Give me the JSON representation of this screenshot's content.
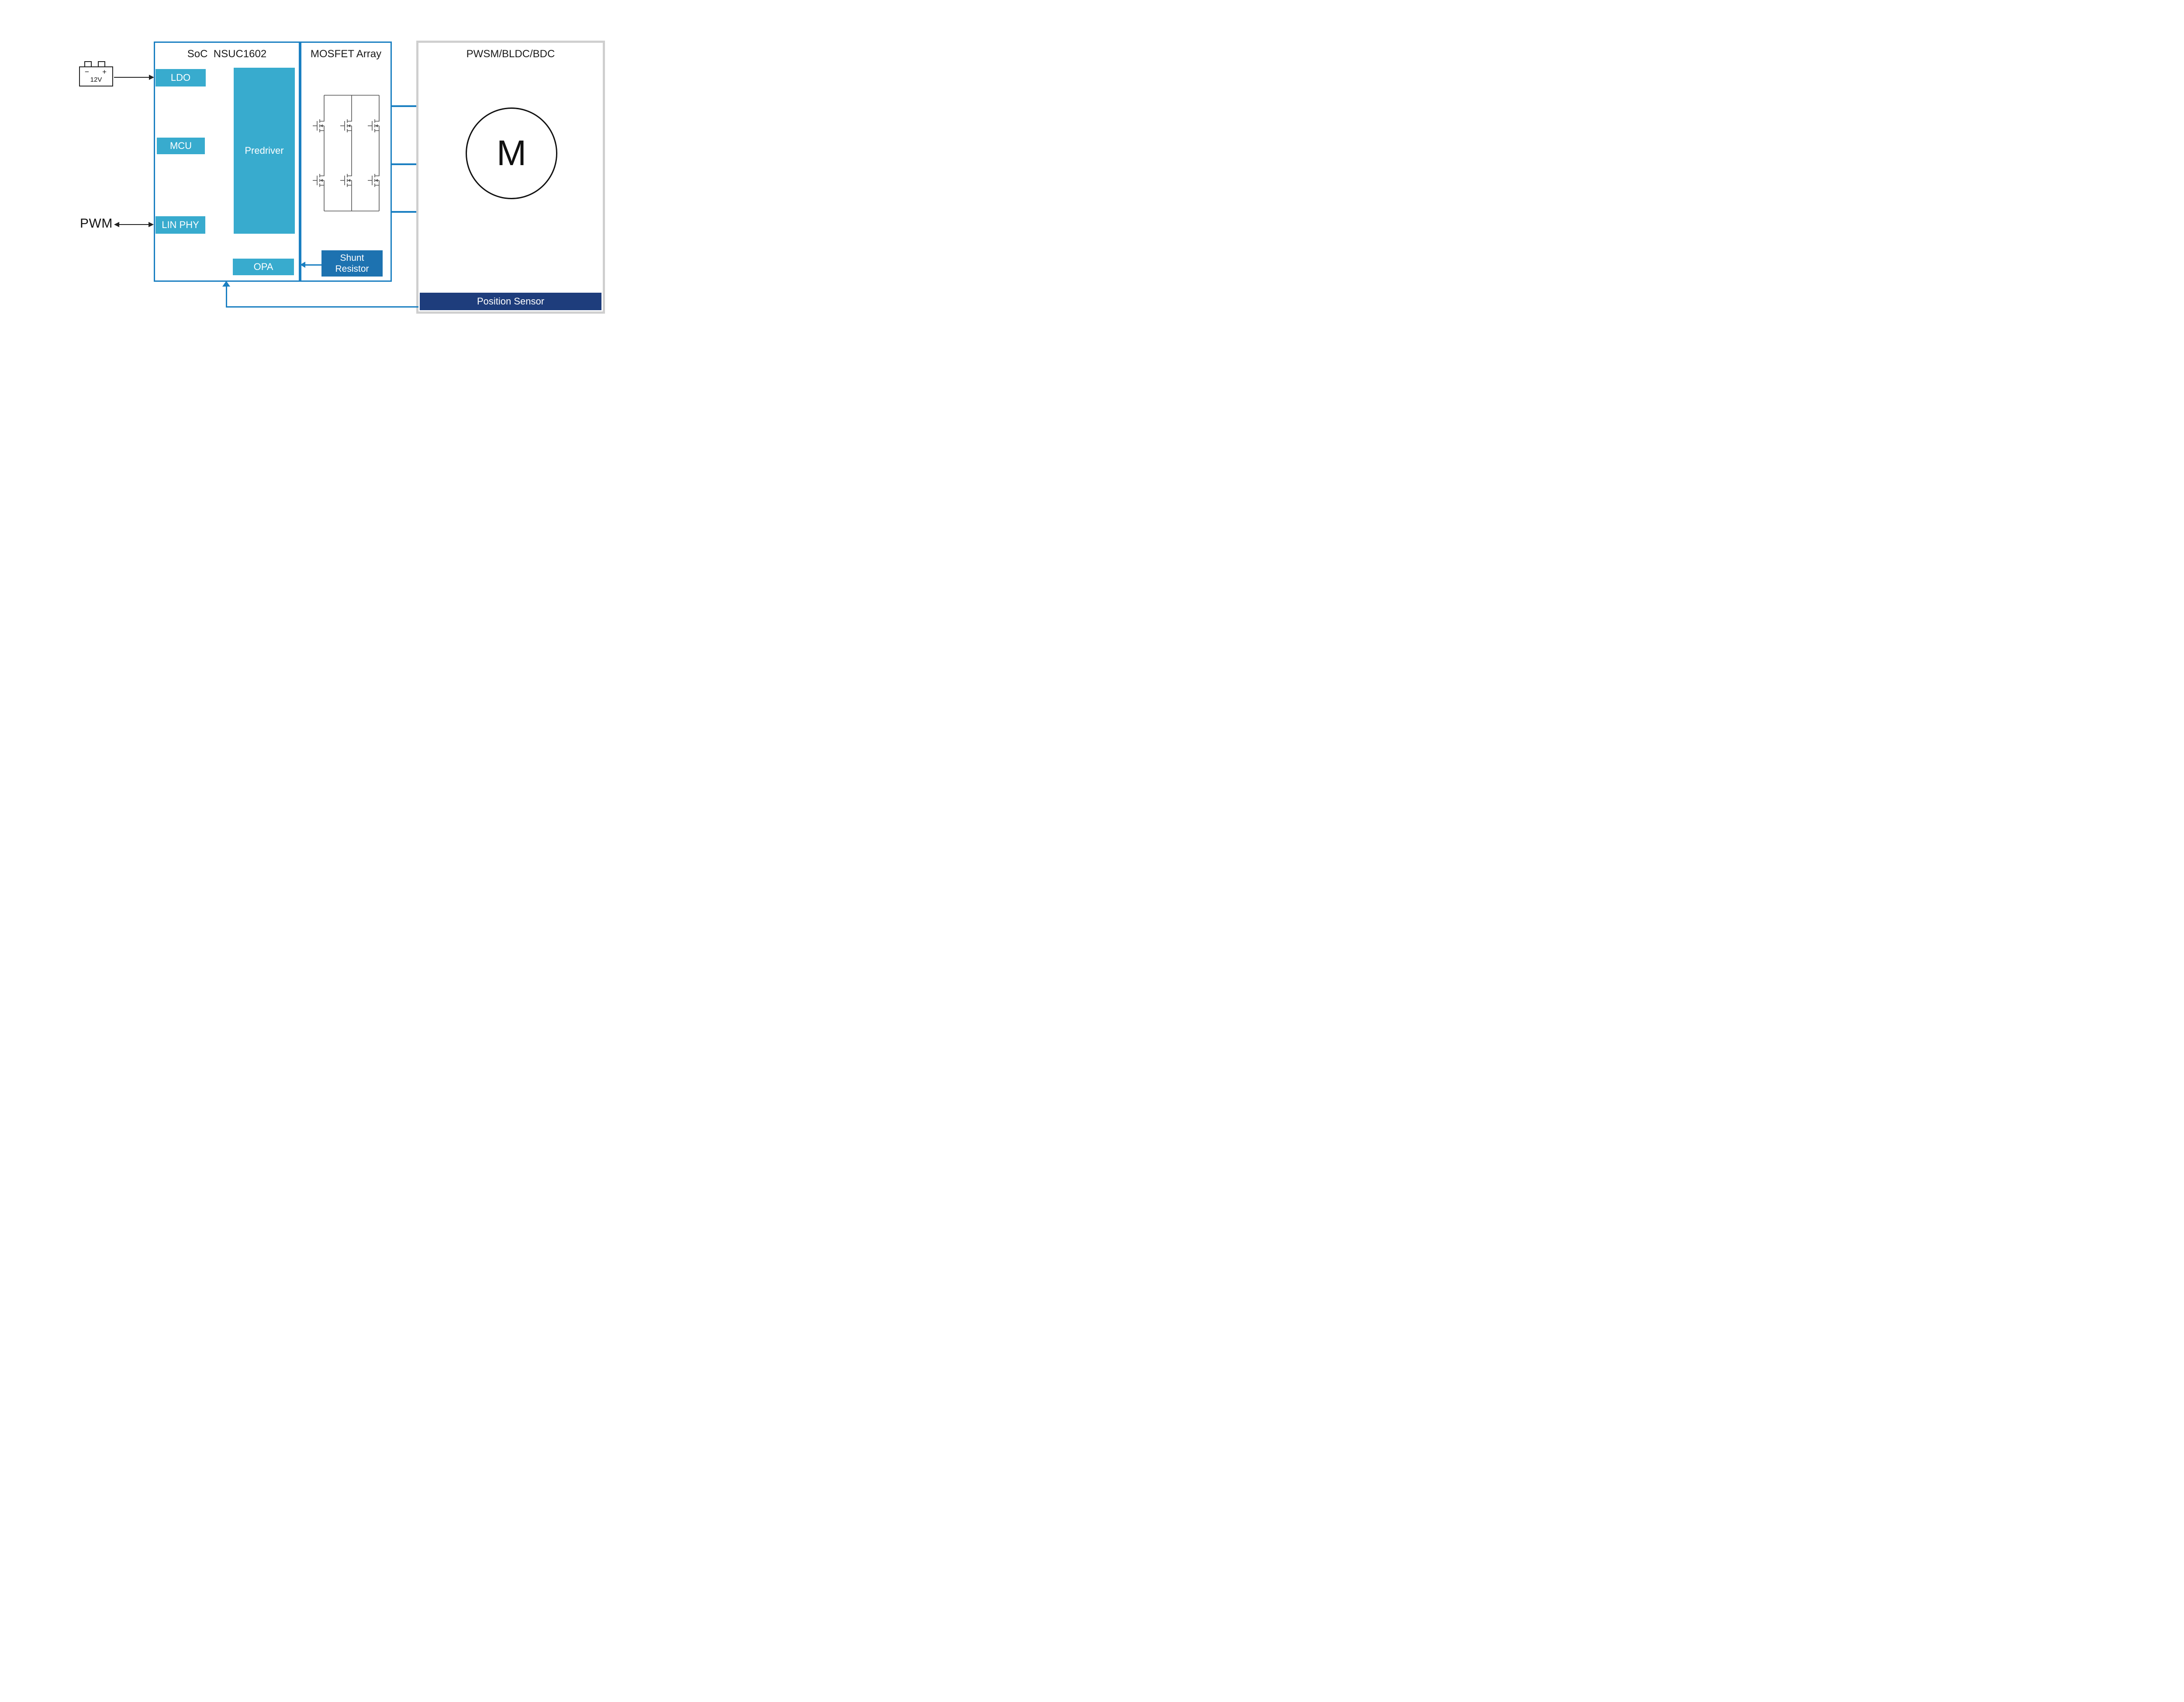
{
  "colors": {
    "blue": "#1a7fc1",
    "teal": "#38abce",
    "dark_blue": "#1d72b0",
    "navy": "#1e3d7c",
    "box_gray": "#cfcfcf"
  },
  "battery": {
    "terminal_minus": "−",
    "terminal_plus": "+",
    "label": "12V"
  },
  "pwm": {
    "label": "PWM"
  },
  "soc": {
    "title": "SoC  NSUC1602",
    "blocks": {
      "ldo": "LDO",
      "mcu": "MCU",
      "lin_phy": "LIN PHY",
      "predriver": "Predriver",
      "opa": "OPA"
    }
  },
  "mosfet_array": {
    "title": "MOSFET Array",
    "shunt_resistor": {
      "line1": "Shunt",
      "line2": "Resistor"
    }
  },
  "motor": {
    "title": "PWSM/BLDC/BDC",
    "symbol": "M",
    "position_sensor_label": "Position Sensor"
  }
}
